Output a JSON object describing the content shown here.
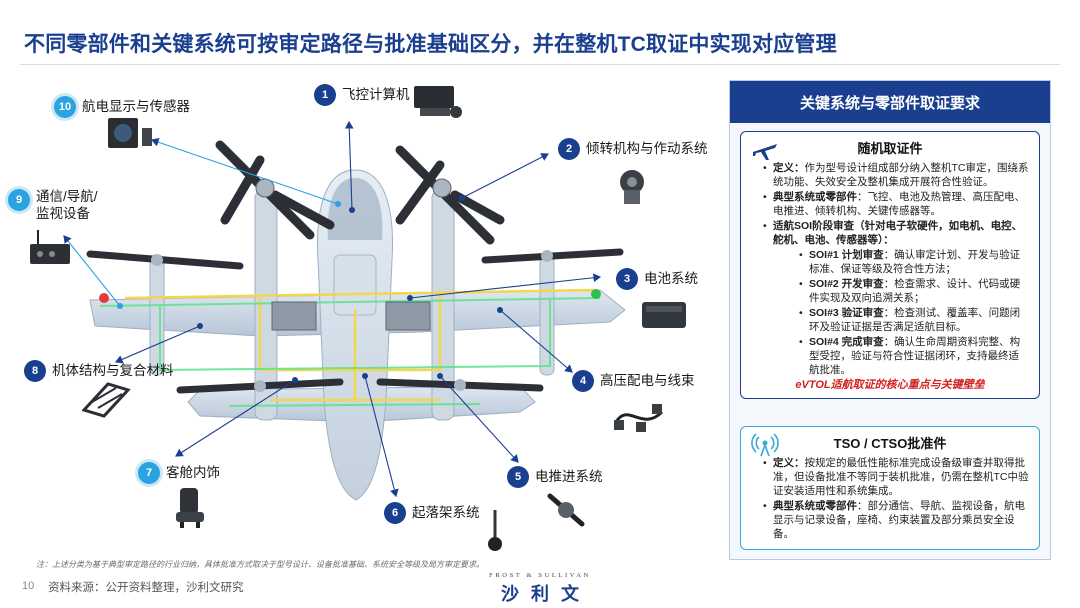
{
  "page_title": "不同零部件和关键系统可按审定路径与批准基础区分，并在整机TC取证中实现对应管理",
  "callouts": [
    {
      "num": "1",
      "label": "飞控计算机",
      "icon": "flight-computer-icon"
    },
    {
      "num": "2",
      "label": "倾转机构与作动系统",
      "icon": "tilt-actuator-icon"
    },
    {
      "num": "3",
      "label": "电池系统",
      "icon": "battery-pack-icon"
    },
    {
      "num": "4",
      "label": "高压配电与线束",
      "icon": "wire-harness-icon"
    },
    {
      "num": "5",
      "label": "电推进系统",
      "icon": "electric-propulsion-icon"
    },
    {
      "num": "6",
      "label": "起落架系统",
      "icon": "landing-gear-icon"
    },
    {
      "num": "7",
      "label": "客舱内饰",
      "icon": "cabin-seat-icon"
    },
    {
      "num": "8",
      "label": "机体结构与复合材料",
      "icon": "composite-structure-icon"
    },
    {
      "num": "9",
      "label": "通信/导航/\n监视设备",
      "icon": "cns-equipment-icon"
    },
    {
      "num": "10",
      "label": "航电显示与传感器",
      "icon": "avionics-display-icon"
    }
  ],
  "panel": {
    "header": "关键系统与零部件取证要求",
    "card1": {
      "title": "随机取证件",
      "icon": "airplane-icon",
      "def_label": "定义：",
      "def_text": "作为型号设计组成部分纳入整机TC审定，围绕系统功能、失效安全及整机集成开展符合性验证。",
      "typical_label": "典型系统或零部件",
      "typical_text": "：飞控、电池及热管理、高压配电、电推进、倾转机构、关键传感器等。",
      "soi_title": "适航SOI阶段审查（针对电子软硬件，如电机、电控、舵机、电池、传感器等）：",
      "soi": [
        {
          "label": "SOI#1 计划审查",
          "text": "：确认审定计划、开发与验证标准、保证等级及符合性方法；"
        },
        {
          "label": "SOI#2 开发审查",
          "text": "：检查需求、设计、代码或硬件实现及双向追溯关系；"
        },
        {
          "label": "SOI#3 验证审查",
          "text": "：检查测试、覆盖率、问题闭环及验证证据是否满足适航目标。"
        },
        {
          "label": "SOI#4  完成审查",
          "text": "：确认生命周期资料完整、构型受控，验证与符合性证据闭环，支持最终适航批准。"
        }
      ],
      "footer": "eVTOL适航取证的核心重点与关键壁垒"
    },
    "card2": {
      "title": "TSO / CTSO批准件",
      "icon": "signal-antenna-icon",
      "def_label": "定义：",
      "def_text": "按规定的最低性能标准完成设备级审查并取得批准，但设备批准不等同于装机批准，仍需在整机TC中验证安装适用性和系统集成。",
      "typical_label": "典型系统或零部件",
      "typical_text": "：部分通信、导航、监视设备，航电显示与记录设备，座椅、约束装置及部分乘员安全设备。"
    }
  },
  "footnote": "注：上述分类为基于典型审定路径的行业归纳，具体批准方式取决于型号设计、设备批准基础、系统安全等级及局方审定要求。",
  "page_number": "10",
  "source": "资料来源：公开资料整理，沙利文研究",
  "brand": {
    "sub": "FROST & SULLIVAN",
    "main": "沙利文"
  },
  "colors": {
    "brand_blue": "#1b3f8f",
    "accent_cyan": "#2aa3e0",
    "highlight_red": "#d32020",
    "wiring_yellow": "#f2d64b",
    "wiring_green": "#5de08a"
  }
}
